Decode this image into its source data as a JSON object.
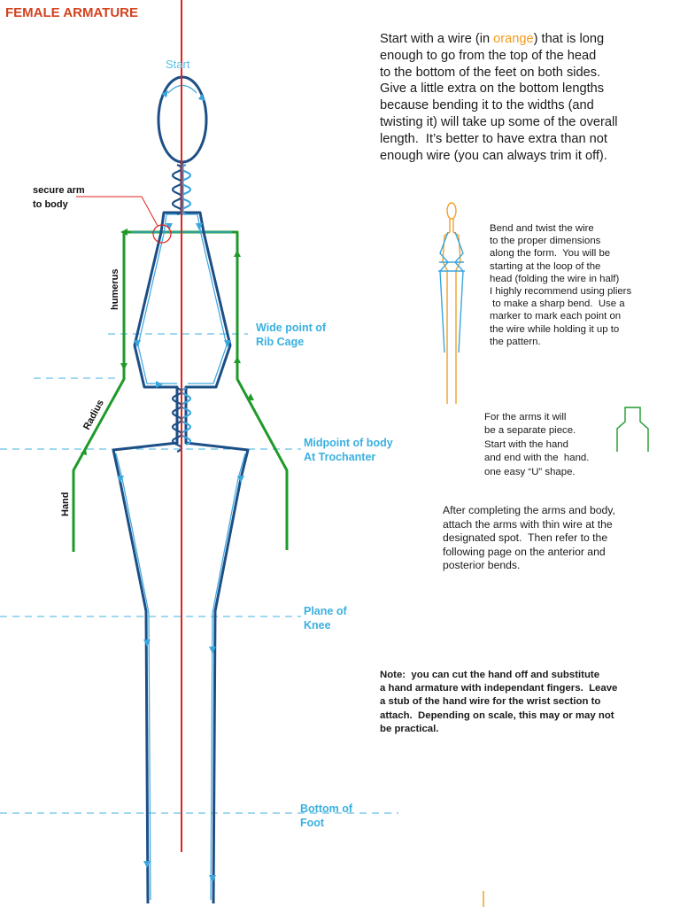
{
  "title": "FEMALE ARMATURE",
  "figure": {
    "start_label": "Start",
    "secure_arm_label": [
      "secure arm",
      "to body"
    ],
    "humerus_label": "humerus",
    "radius_label": "Radius",
    "hand_label": "Hand",
    "guides": [
      {
        "lines": [
          "Wide point of",
          "Rib Cage"
        ]
      },
      {
        "lines": [
          "Midpoint of body",
          "At Trochanter"
        ]
      },
      {
        "lines": [
          "Plane of",
          "Knee"
        ]
      },
      {
        "lines": [
          "Bottom of",
          "Foot"
        ]
      }
    ]
  },
  "instructions": {
    "intro": {
      "before": "Start with a wire (in ",
      "highlight": "orange",
      "after_first_line": ") that is long",
      "lines": [
        "enough to go from the top of the head",
        "to the bottom of the feet on both sides.",
        "Give a little extra on the bottom lengths",
        "because bending it to the widths (and",
        "twisting it) will take up some of the overall",
        "length.  It’s better to have extra than not",
        "enough wire (you can always trim it off)."
      ]
    },
    "bend": [
      "Bend and twist the wire",
      "to the proper dimensions",
      "along the form.  You will be",
      "starting at the loop of the",
      "head (folding the wire in half)",
      "I highly recommend using pliers",
      " to make a sharp bend.  Use a",
      "marker to mark each point on",
      "the wire while holding it up to",
      "the pattern."
    ],
    "arms": [
      "For the arms it will",
      "be a separate piece.",
      "Start with the hand",
      "and end with the  hand.",
      "one easy “U” shape."
    ],
    "after": [
      "After completing the arms and body,",
      "attach the arms with thin wire at the",
      "designated spot.  Then refer to the",
      "following page on the anterior and",
      "posterior bends."
    ],
    "note": [
      "Note:  you can cut the hand off and substitute",
      "a hand armature with independant fingers.  Leave",
      "a stub of the hand wire for the wrist section to",
      "attach.  Depending on scale, this may or may not",
      "be practical."
    ]
  },
  "colors": {
    "centerline": "#e0221c",
    "wire_dark": "#1c4f86",
    "wire_light": "#3aa6de",
    "arm_wire": "#1f9a2a",
    "guide": "#3fb1e3",
    "orange_wire": "#f0a02a",
    "title": "#d4421e"
  }
}
